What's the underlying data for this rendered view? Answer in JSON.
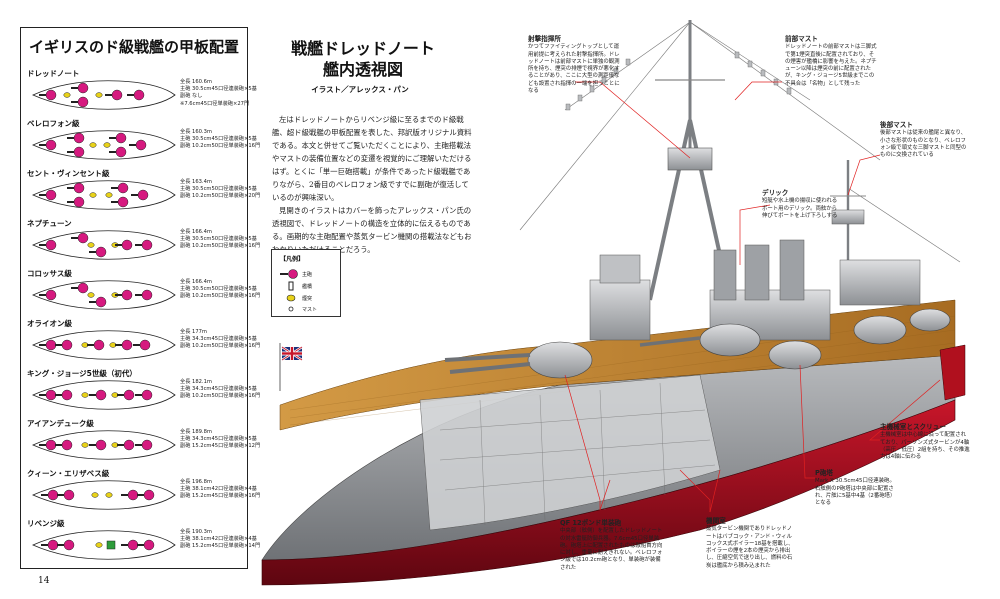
{
  "deck_panel": {
    "title": "イギリスのド級戦艦の甲板配置",
    "ships": [
      {
        "name": "ドレッドノート",
        "specs": [
          "全長 160.6m",
          "主砲 30.5cm45口径連装砲×5基",
          "副砲 なし",
          "※7.6cm45口径単装砲×27門"
        ]
      },
      {
        "name": "ベレロフォン級",
        "specs": [
          "全長 160.3m",
          "主砲 30.5cm45口径連装砲×5基",
          "副砲 10.2cm50口径単装砲×16門"
        ]
      },
      {
        "name": "セント・ヴィンセント級",
        "specs": [
          "全長 163.4m",
          "主砲 30.5cm50口径連装砲×5基",
          "副砲 10.2cm50口径単装砲×20門"
        ]
      },
      {
        "name": "ネプチューン",
        "specs": [
          "全長 166.4m",
          "主砲 30.5cm50口径連装砲×5基",
          "副砲 10.2cm50口径単装砲×16門"
        ]
      },
      {
        "name": "コロッサス級",
        "specs": [
          "全長 166.4m",
          "主砲 30.5cm50口径連装砲×5基",
          "副砲 10.2cm50口径単装砲×16門"
        ]
      },
      {
        "name": "オライオン級",
        "specs": [
          "全長 177m",
          "主砲 34.3cm45口径連装砲×5基",
          "副砲 10.2cm50口径単装砲×16門"
        ]
      },
      {
        "name": "キング・ジョージ5世級（初代）",
        "specs": [
          "全長 182.1m",
          "主砲 34.3cm45口径連装砲×5基",
          "副砲 10.2cm50口径単装砲×16門"
        ]
      },
      {
        "name": "アイアンデューク級",
        "specs": [
          "全長 189.8m",
          "主砲 34.3cm45口径連装砲×5基",
          "副砲 15.2cm45口径単装砲×12門"
        ]
      },
      {
        "name": "クィーン・エリザベス級",
        "specs": [
          "全長 196.8m",
          "主砲 38.1cm42口径連装砲×4基",
          "副砲 15.2cm45口径単装砲×16門"
        ]
      },
      {
        "name": "リベンジ級",
        "specs": [
          "全長 190.3m",
          "主砲 38.1cm42口径連装砲×4基",
          "副砲 15.2cm45口径単装砲×14門"
        ]
      }
    ],
    "page_number": "14"
  },
  "article": {
    "title_line1": "戦艦ドレッドノート",
    "title_line2": "艦内透視図",
    "credit": "イラスト／アレックス・パン",
    "paragraphs": [
      "左はドレッドノートからリベンジ級に至るまでのド級戦艦、超ド級戦艦の甲板配置を表した、邦訳版オリジナル資料である。本文と併せてご覧いただくことにより、主砲搭載法やマストの装備位置などの変遷を視覚的にご理解いただけるはず。とくに「単一巨砲搭載」が条件であったド級戦艦でありながら、2番目のベレロフォン級ですでに副砲が復活しているのが興味深い。",
      "見開きのイラストはカバーを飾ったアレックス・パン氏の透視図で、ドレッドノートの構造を立体的に伝えるものである。画期的な主砲配置や蒸気タービン機関の搭載法などもおわかりいただけることだろう。"
    ]
  },
  "legend": {
    "title": "【凡例】",
    "items": [
      "主砲",
      "艦橋",
      "煙突",
      "マスト"
    ]
  },
  "callouts": {
    "spotting_top": {
      "title": "射撃指揮所",
      "text": "かつてファイティングトップとして運用前提に考えられた射撃指揮所。ドレッドノートは前部マストに単独の観測所を持ち、煙突の排煙で視界が悪化することがあり、ここに大型の測距儀なども設置され指揮の一端を担うことになる"
    },
    "foremast": {
      "title": "前部マスト",
      "text": "ドレッドノートの前部マストは三脚式で第1煙突直後に配置されており、その煙害が艦橋に影響を与えた。ネプチューン以降は煙突の前に配置されたが、キング・ジョージ5世級までこの不具合は「名物」として残った"
    },
    "mainmast": {
      "title": "後部マスト",
      "text": "後部マストは従来の艦尾と異なり、小さな形状のものとなり、ベレロフォン級で頑丈な三脚マストと同型のものに交換されている"
    },
    "derrick": {
      "title": "デリック",
      "text": "短艇や水上機の揚収に使われるボート用のデリック。両舷から伸びてボートを上げ下ろしする"
    },
    "rudder": {
      "title": "主機械室とスクリュー",
      "text": "主機械室は中心線に沿って配置されており、パーソンズ式タービンが4軸（高圧・低圧）2組を持ち、その推進力は4軸に伝わる"
    },
    "p_turret": {
      "title": "P砲塔",
      "text": "Mark X 30.5cm45口径連装砲。右舷側のP砲塔は中央部に配置され、片舷に5基中4基（2番砲塔）となる"
    },
    "qf_guns": {
      "title": "QF 12ポンド単装砲",
      "text": "中央部（舷側）を配置したドレッドノートの対水雷艇防御兵器。7.6cm45口径単装砲。砲塔上に配置されたものは敵船首方向に対し、重量に耐えきれない。ベレロフォン級では10.2cm砲となり、単装砲が装備された"
    },
    "boiler": {
      "title": "機関室",
      "text": "蒸気タービン機関でありドレッドノートはバブコック・アンド・ウィルコックス式ボイラー18基を搭載し、ボイラーの煙を2本の煙突から排出し、圧縮空気で送り出し、燃料の石炭は艦底から積み込まれた"
    }
  },
  "colors": {
    "hull_red": "#b0101e",
    "hull_gray": "#9a9ca0",
    "deck_wood": "#c78a35",
    "turret_magenta": "#d6197f",
    "funnel_yellow": "#e8d21a",
    "callout_line": "#e02020"
  }
}
